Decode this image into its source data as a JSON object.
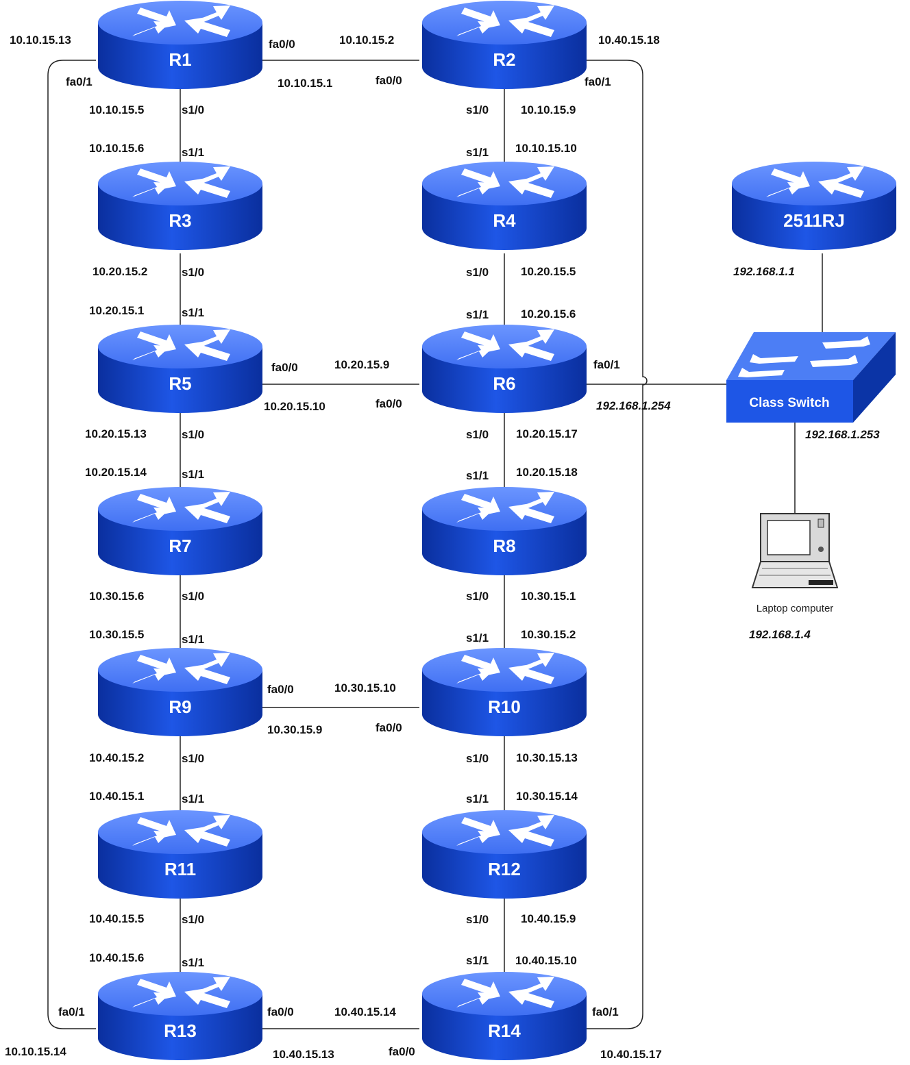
{
  "routers": [
    {
      "id": "R1",
      "name": "R1"
    },
    {
      "id": "R2",
      "name": "R2"
    },
    {
      "id": "R3",
      "name": "R3"
    },
    {
      "id": "R4",
      "name": "R4"
    },
    {
      "id": "R5",
      "name": "R5"
    },
    {
      "id": "R6",
      "name": "R6"
    },
    {
      "id": "R7",
      "name": "R7"
    },
    {
      "id": "R8",
      "name": "R8"
    },
    {
      "id": "R9",
      "name": "R9"
    },
    {
      "id": "R10",
      "name": "R10"
    },
    {
      "id": "R11",
      "name": "R11"
    },
    {
      "id": "R12",
      "name": "R12"
    },
    {
      "id": "R13",
      "name": "R13"
    },
    {
      "id": "R14",
      "name": "R14"
    },
    {
      "id": "2511RJ",
      "name": "2511RJ"
    }
  ],
  "switch": {
    "name": "Class Switch",
    "ip": "192.168.1.253"
  },
  "laptop": {
    "caption": "Laptop computer",
    "ip": "192.168.1.4"
  },
  "rj_ip": "192.168.1.1",
  "r6_mgmt_ip": "192.168.1.254",
  "labels": [
    "10.10.15.13",
    "fa0/0",
    "10.10.15.2",
    "10.40.15.18",
    "fa0/1",
    "10.10.15.1",
    "fa0/0",
    "fa0/1",
    "10.10.15.5",
    "s1/0",
    "s1/0",
    "10.10.15.9",
    "10.10.15.6",
    "s1/1",
    "s1/1",
    "10.10.15.10",
    "10.20.15.2",
    "s1/0",
    "s1/0",
    "10.20.15.5",
    "10.20.15.1",
    "s1/1",
    "s1/1",
    "10.20.15.6",
    "fa0/0",
    "10.20.15.9",
    "fa0/1",
    "10.20.15.10",
    "fa0/0",
    "10.20.15.13",
    "s1/0",
    "s1/0",
    "10.20.15.17",
    "10.20.15.14",
    "s1/1",
    "s1/1",
    "10.20.15.18",
    "10.30.15.6",
    "s1/0",
    "s1/0",
    "10.30.15.1",
    "10.30.15.5",
    "s1/1",
    "s1/1",
    "10.30.15.2",
    "fa0/0",
    "10.30.15.10",
    "10.30.15.9",
    "fa0/0",
    "10.40.15.2",
    "s1/0",
    "s1/0",
    "10.30.15.13",
    "10.40.15.1",
    "s1/1",
    "s1/1",
    "10.30.15.14",
    "10.40.15.5",
    "s1/0",
    "s1/0",
    "10.40.15.9",
    "10.40.15.6",
    "s1/1",
    "s1/1",
    "10.40.15.10",
    "fa0/1",
    "fa0/0",
    "10.40.15.14",
    "fa0/1",
    "10.10.15.14",
    "10.40.15.13",
    "fa0/0",
    "10.40.15.17"
  ]
}
